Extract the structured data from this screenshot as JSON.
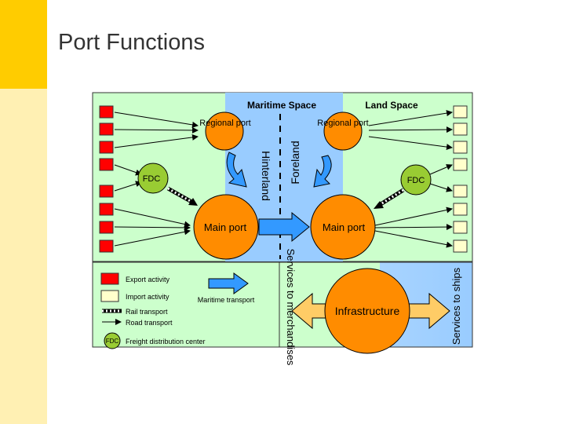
{
  "title": "Port Functions",
  "diagram": {
    "maritime_space": "Maritime Space",
    "land_space": "Land Space",
    "regional_port_left": "Regional port",
    "regional_port_right": "Regional port",
    "fdc_left": "FDC",
    "fdc_right": "FDC",
    "main_port_left": "Main port",
    "main_port_right": "Main port",
    "hinterland": "Hinterland",
    "foreland": "Foreland",
    "services_merchandises": "Services to merchandises",
    "infrastructure": "Infrastructure",
    "services_ships": "Services to ships"
  },
  "legend": {
    "export": "Export activity",
    "import": "Import activity",
    "rail": "Rail transport",
    "road": "Road transport",
    "maritime": "Maritime transport",
    "fdc_abbr": "FDC",
    "fdc_full": "Freight distribution center"
  },
  "colors": {
    "brand_yellow": "#FFCC00",
    "export_red": "#FF0000",
    "import_yellow": "#FFFFCC",
    "maritime_blue": "#99CCFF",
    "port_orange": "#FF8C00",
    "fdc_green": "#99CC33",
    "outer_green": "#CCFFCC"
  }
}
